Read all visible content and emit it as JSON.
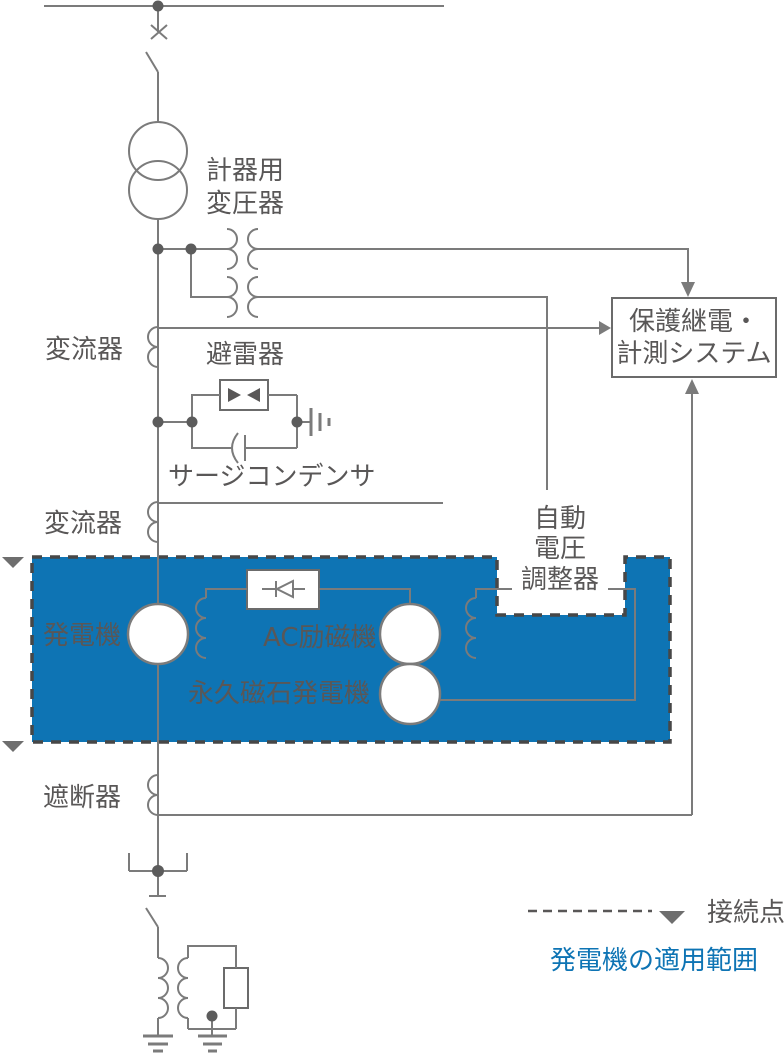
{
  "diagram": {
    "title_hint": "generator single-line diagram",
    "labels": {
      "instrument_transformer": [
        "計器用",
        "変圧器"
      ],
      "current_transformer_1": "変流器",
      "arrester": "避雷器",
      "surge_capacitor": "サージコンデンサ",
      "current_transformer_2": "変流器",
      "generator": "発電機",
      "ac_exciter": "AC励磁機",
      "permanent_magnet_generator": "永久磁石発電機",
      "circuit_breaker": "遮断器"
    },
    "boxes": {
      "protection": [
        "保護継電・",
        "計測システム"
      ],
      "avr": [
        "自動",
        "電圧",
        "調整器"
      ]
    },
    "legend": {
      "connection_point": "接続点",
      "application_scope": "発電機の適用範囲"
    },
    "colors": {
      "scope_blue": "#0e74b4",
      "scope_text_blue": "#0e74b4",
      "wire_gray": "#7b7b7b",
      "text_gray": "#595757",
      "dash_gray": "#474747",
      "diamond_gray": "#6e6e6e",
      "background": "#ffffff"
    }
  }
}
